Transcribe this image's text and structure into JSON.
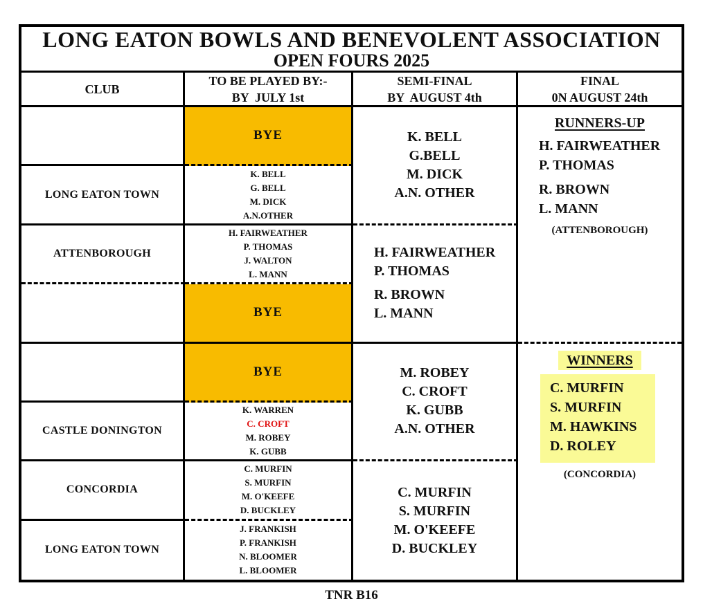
{
  "title": {
    "line1": "LONG EATON BOWLS AND BENEVOLENT ASSOCIATION",
    "line2": "OPEN FOURS 2025"
  },
  "columns": [
    {
      "line1": "CLUB",
      "line2": ""
    },
    {
      "line1": "TO BE PLAYED BY:-",
      "line2": "BY  JULY 1st"
    },
    {
      "line1": "SEMI-FINAL",
      "line2": "BY  AUGUST 4th"
    },
    {
      "line1": "FINAL",
      "line2": "0N AUGUST 24th"
    }
  ],
  "bye_label": "BYE",
  "round1": [
    {
      "club": "",
      "entry": "BYE",
      "players": []
    },
    {
      "club": "LONG EATON TOWN",
      "players": [
        "K. BELL",
        "G. BELL",
        "M. DICK",
        "A.N.OTHER"
      ]
    },
    {
      "club": "ATTENBOROUGH",
      "players": [
        "H. FAIRWEATHER",
        "P. THOMAS",
        "J. WALTON",
        "L. MANN"
      ]
    },
    {
      "club": "",
      "entry": "BYE",
      "players": []
    },
    {
      "club": "",
      "entry": "BYE",
      "players": []
    },
    {
      "club": "CASTLE DONINGTON",
      "players": [
        "K. WARREN",
        "C. CROFT",
        "M. ROBEY",
        "K. GUBB"
      ]
    },
    {
      "club": "CONCORDIA",
      "players": [
        "C. MURFIN",
        "S. MURFIN",
        "M. O'KEEFE",
        "D. BUCKLEY"
      ]
    },
    {
      "club": "LONG EATON TOWN",
      "players": [
        "J. FRANKISH",
        "P. FRANKISH",
        "N. BLOOMER",
        "L. BLOOMER"
      ]
    }
  ],
  "semifinals": [
    {
      "players": [
        "K. BELL",
        "G.BELL",
        "M. DICK",
        "A.N. OTHER"
      ]
    },
    {
      "players": [
        "H. FAIRWEATHER",
        "P. THOMAS",
        "R. BROWN",
        "L. MANN"
      ]
    },
    {
      "players": [
        "M. ROBEY",
        "C. CROFT",
        "K. GUBB",
        "A.N. OTHER"
      ]
    },
    {
      "players": [
        "C. MURFIN",
        "S. MURFIN",
        "M. O'KEEFE",
        "D. BUCKLEY"
      ]
    }
  ],
  "final": {
    "runners_up": {
      "heading": "RUNNERS-UP",
      "players": [
        "H. FAIRWEATHER",
        "P. THOMAS",
        "R. BROWN",
        "L. MANN"
      ],
      "club": "(ATTENBOROUGH)"
    },
    "winners": {
      "heading": "WINNERS",
      "players": [
        "C. MURFIN",
        "S. MURFIN",
        "M. HAWKINS",
        "D. ROLEY"
      ],
      "club": "(CONCORDIA)"
    }
  },
  "footer": "TNR B16",
  "colors": {
    "bye_background": "#F8BB00",
    "winners_highlight": "#FAFA96",
    "eliminated_red": "#E01111"
  }
}
